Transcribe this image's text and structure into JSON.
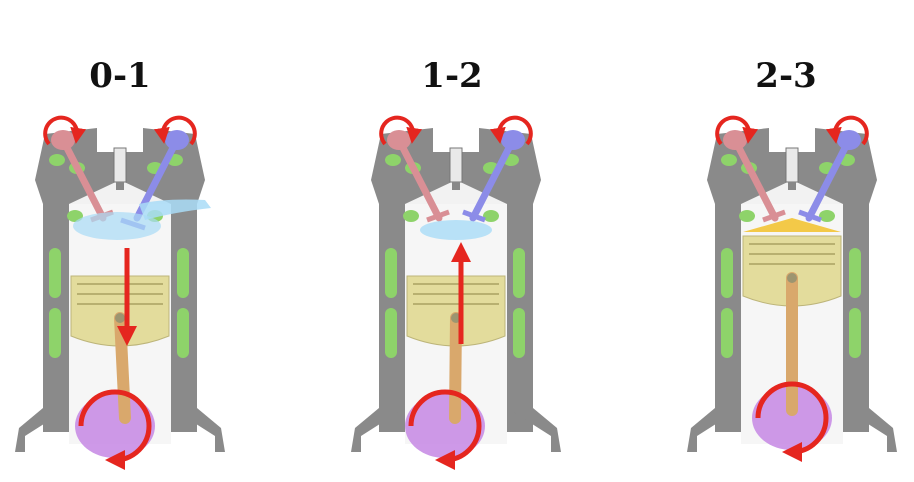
{
  "stages": [
    {
      "label": "0-1",
      "stroke": "intake",
      "piston_motion": "down",
      "intake_valve": "open",
      "exhaust_valve": "closed"
    },
    {
      "label": "1-2",
      "stroke": "compression",
      "piston_motion": "up",
      "intake_valve": "closed",
      "exhaust_valve": "closed"
    },
    {
      "label": "2-3",
      "stroke": "ignition",
      "piston_motion": "top",
      "intake_valve": "closed",
      "exhaust_valve": "closed"
    }
  ],
  "colors": {
    "engine_block": "#8a8a8a",
    "coolant": "#8ed36a",
    "piston": "#e3dc9c",
    "connecting_rod": "#d9a86c",
    "crank": "#c98ee6",
    "exhaust_valve": "#d98f95",
    "intake_valve": "#8c8ce8",
    "intake_charge": "#a9dcf7",
    "combustion": "#f3c948",
    "arrow": "#e5261f"
  }
}
